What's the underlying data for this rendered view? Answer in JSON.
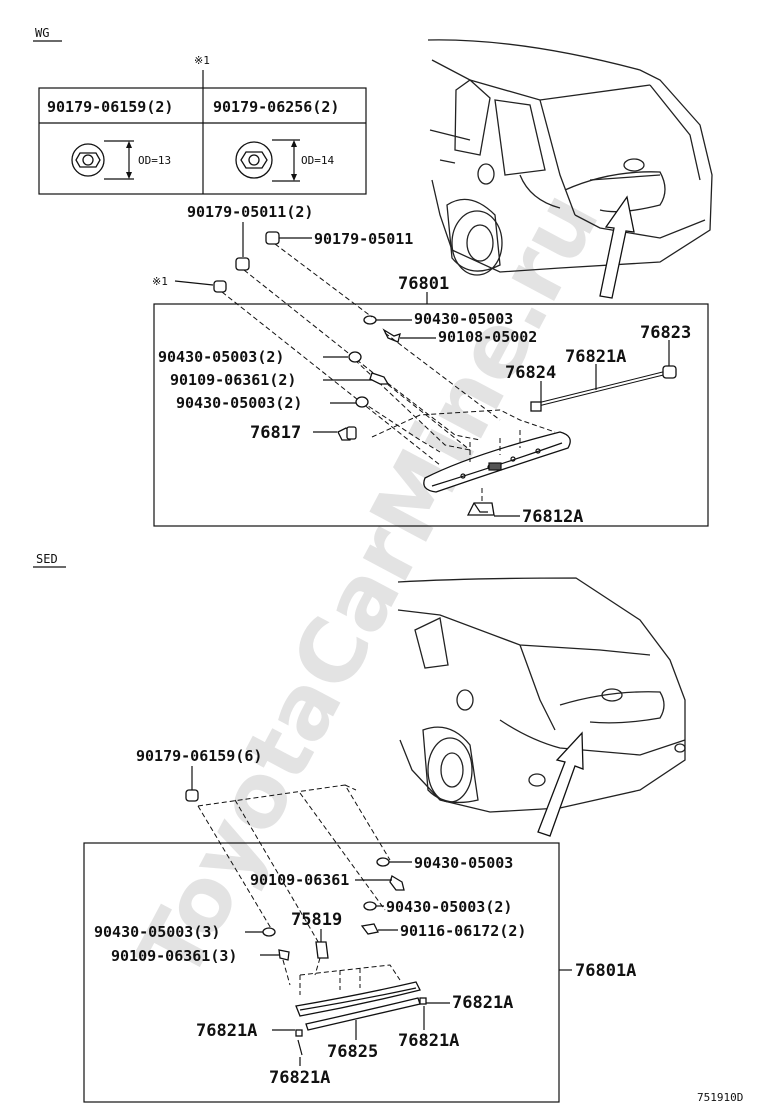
{
  "watermark": "ToyotaCarMine.ru",
  "figure_id": "751910D",
  "wg": {
    "section_label": "WG",
    "note_mark": "※1",
    "table_headers": [
      "90179-06159(2)",
      "90179-06256(2)"
    ],
    "od_left": "OD=13",
    "od_right": "OD=14",
    "labels": {
      "p_90179_05011_2": "90179-05011(2)",
      "p_90179_05011": "90179-05011",
      "note_ref": "※1",
      "p_76801": "76801",
      "p_90430_05003": "90430-05003",
      "p_90108_05002": "90108-05002",
      "p_76823": "76823",
      "p_76821A": "76821A",
      "p_76824": "76824",
      "p_90430_05003_2a": "90430-05003(2)",
      "p_90109_06361_2": "90109-06361(2)",
      "p_90430_05003_2b": "90430-05003(2)",
      "p_76817": "76817",
      "p_76812A": "76812A"
    }
  },
  "sed": {
    "section_label": "SED",
    "labels": {
      "p_90179_06159_6": "90179-06159(6)",
      "p_90430_05003": "90430-05003",
      "p_90109_06361": "90109-06361",
      "p_90430_05003_2": "90430-05003(2)",
      "p_75819": "75819",
      "p_90116_06172_2": "90116-06172(2)",
      "p_90430_05003_3": "90430-05003(3)",
      "p_90109_06361_3": "90109-06361(3)",
      "p_76801A": "76801A",
      "p_76821A_1": "76821A",
      "p_76821A_2": "76821A",
      "p_76825": "76825",
      "p_76821A_3": "76821A",
      "p_76821A_4": "76821A"
    }
  }
}
